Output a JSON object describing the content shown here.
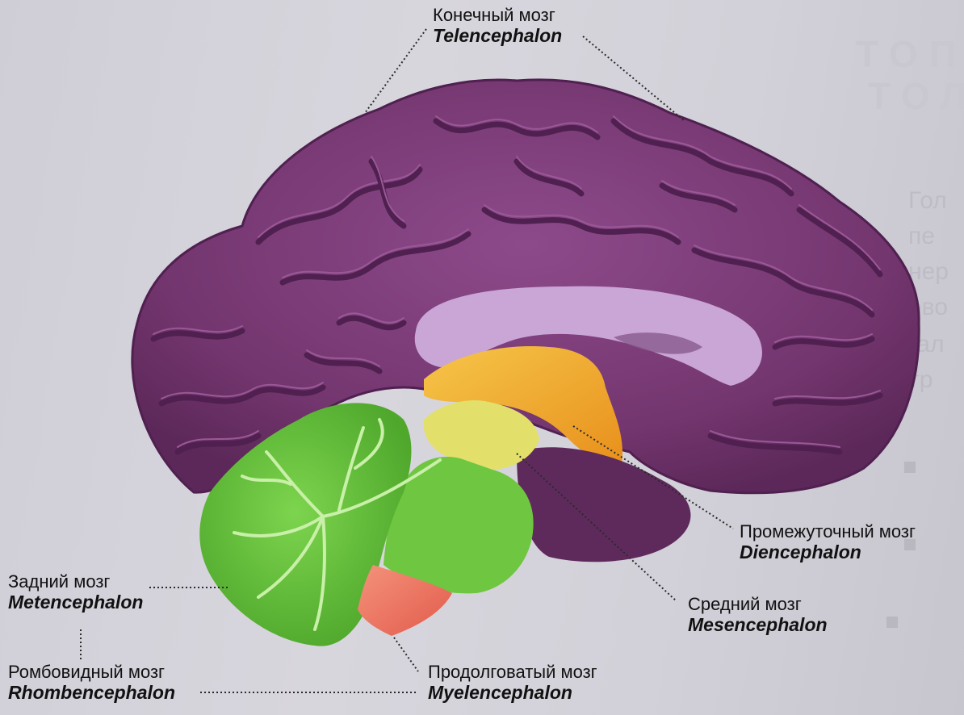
{
  "colors": {
    "telencephalon": "#7a3a78",
    "gyrus_highlight": "#9a5897",
    "sulcus_shadow": "#4f2050",
    "corpus_callosum": "#c9a6d6",
    "diencephalon": "#f0a92b",
    "mesencephalon": "#e2e06a",
    "metencephalon": "#6fc640",
    "myelencephalon": "#f07560",
    "leader_line": "#333333"
  },
  "labels": {
    "telencephalon": {
      "ru": "Конечный мозг",
      "la": "Telencephalon"
    },
    "diencephalon": {
      "ru": "Промежуточный мозг",
      "la": "Diencephalon"
    },
    "mesencephalon": {
      "ru": "Средний мозг",
      "la": "Mesencephalon"
    },
    "metencephalon": {
      "ru": "Задний мозг",
      "la": "Metencephalon"
    },
    "rhombencephalon": {
      "ru": "Ромбовидный мозг",
      "la": "Rhombencephalon"
    },
    "myelencephalon": {
      "ru": "Продолговатый мозг",
      "la": "Myelencephalon"
    }
  }
}
